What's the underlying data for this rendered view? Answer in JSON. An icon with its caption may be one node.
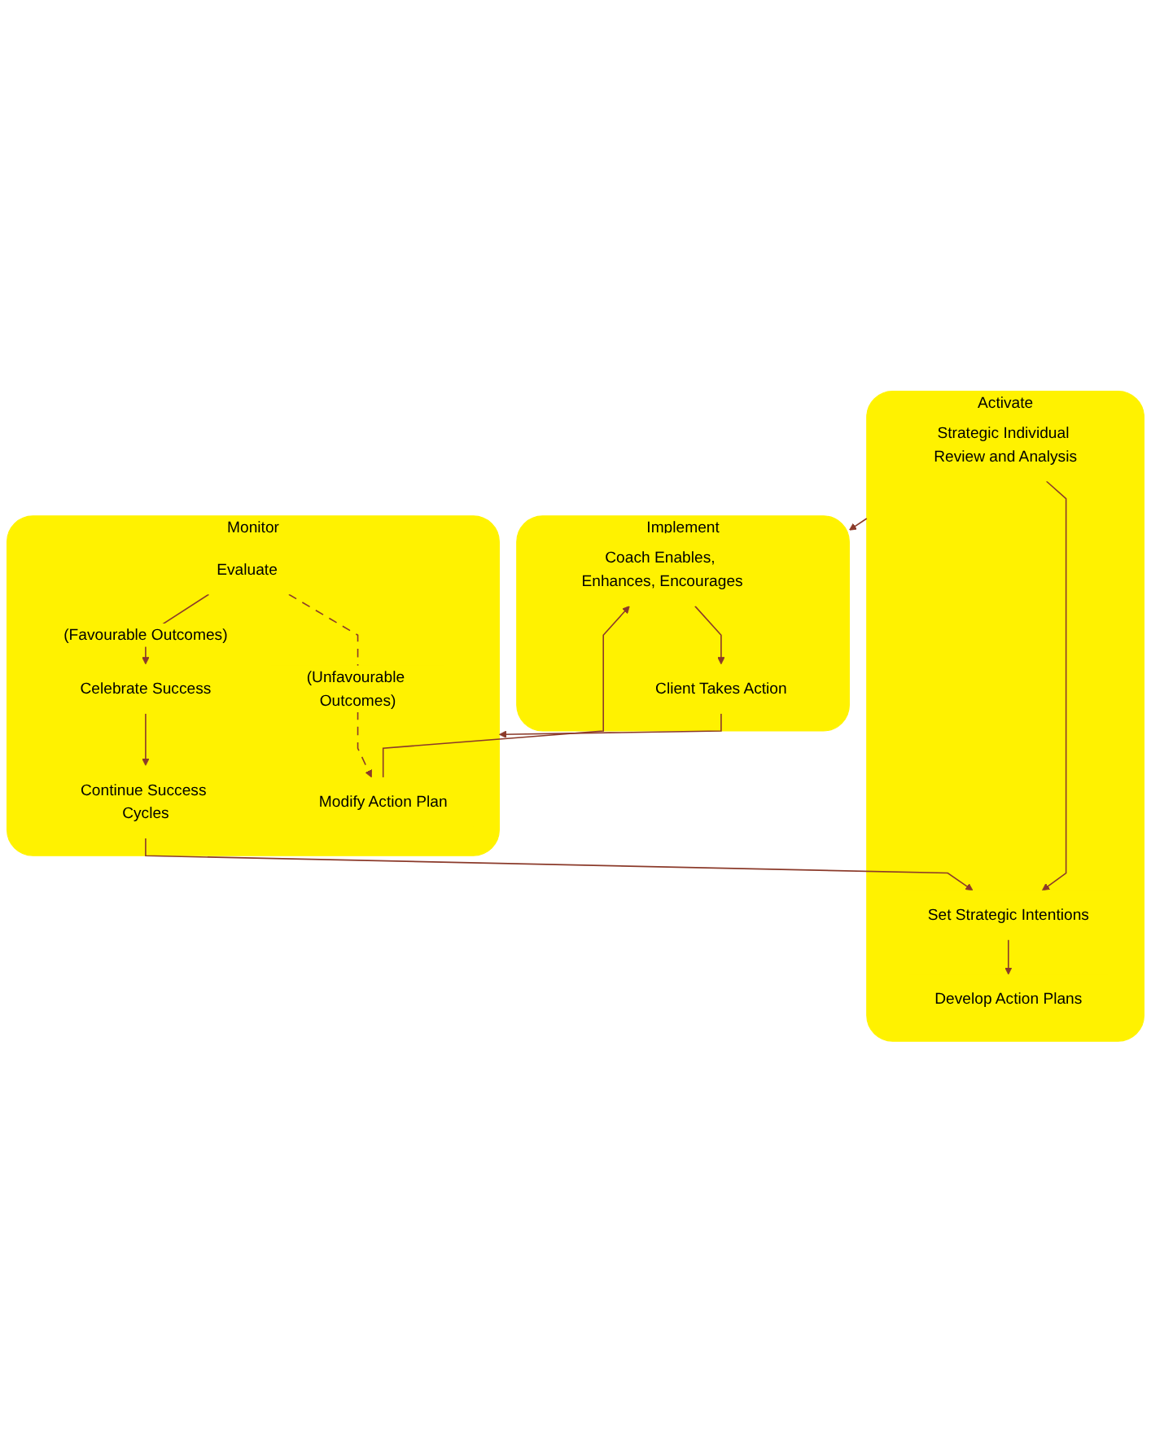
{
  "diagram": {
    "nodes": [
      {
        "text": [
          "Activate"
        ]
      },
      {
        "text": [
          "Strategic Individual Review and Analysis"
        ],
        "in": 0
      },
      {
        "text": [
          "Set Strategic Intentions"
        ],
        "in": 0
      },
      {
        "text": [
          "Develop Action Plans"
        ],
        "in": 0
      },
      {
        "text": [
          "Implement"
        ]
      },
      {
        "text": [
          "Coach Enables, Enhances, Encourages"
        ],
        "in": 4
      },
      {
        "text": [
          "Client Takes Action"
        ],
        "in": 4
      },
      {
        "text": [
          "Monitor"
        ]
      },
      {
        "text": [
          "Modify Action Plan"
        ],
        "in": 7
      },
      {
        "text": [
          "Evaluate"
        ],
        "in": 7
      },
      {
        "text": [
          "Celebrate Success"
        ],
        "in": 7
      },
      {
        "text": [
          "Continue Success Cycles"
        ],
        "in": 7
      }
    ],
    "edges": [
      {
        "from": 1,
        "to": 2,
        "arrow": "to"
      },
      {
        "from": 2,
        "to": 3,
        "arrow": "to"
      },
      {
        "from": 0,
        "to": 4,
        "arrow": "to"
      },
      {
        "from": 5,
        "to": 6,
        "arrow": "to"
      },
      {
        "from": 6,
        "to": 7,
        "arrow": "to"
      },
      {
        "from": 9,
        "to": 8,
        "arrow": "to",
        "label": "(Unfavourable Outcomes)",
        "style": "dashed"
      },
      {
        "from": 9,
        "to": 10,
        "arrow": "to",
        "label": "(Favourable Outcomes)"
      },
      {
        "from": 10,
        "to": 11,
        "arrow": "to"
      },
      {
        "from": 11,
        "to": 2,
        "arrow": "to"
      },
      {
        "from": 8,
        "to": 5,
        "arrow": "to"
      }
    ]
  }
}
